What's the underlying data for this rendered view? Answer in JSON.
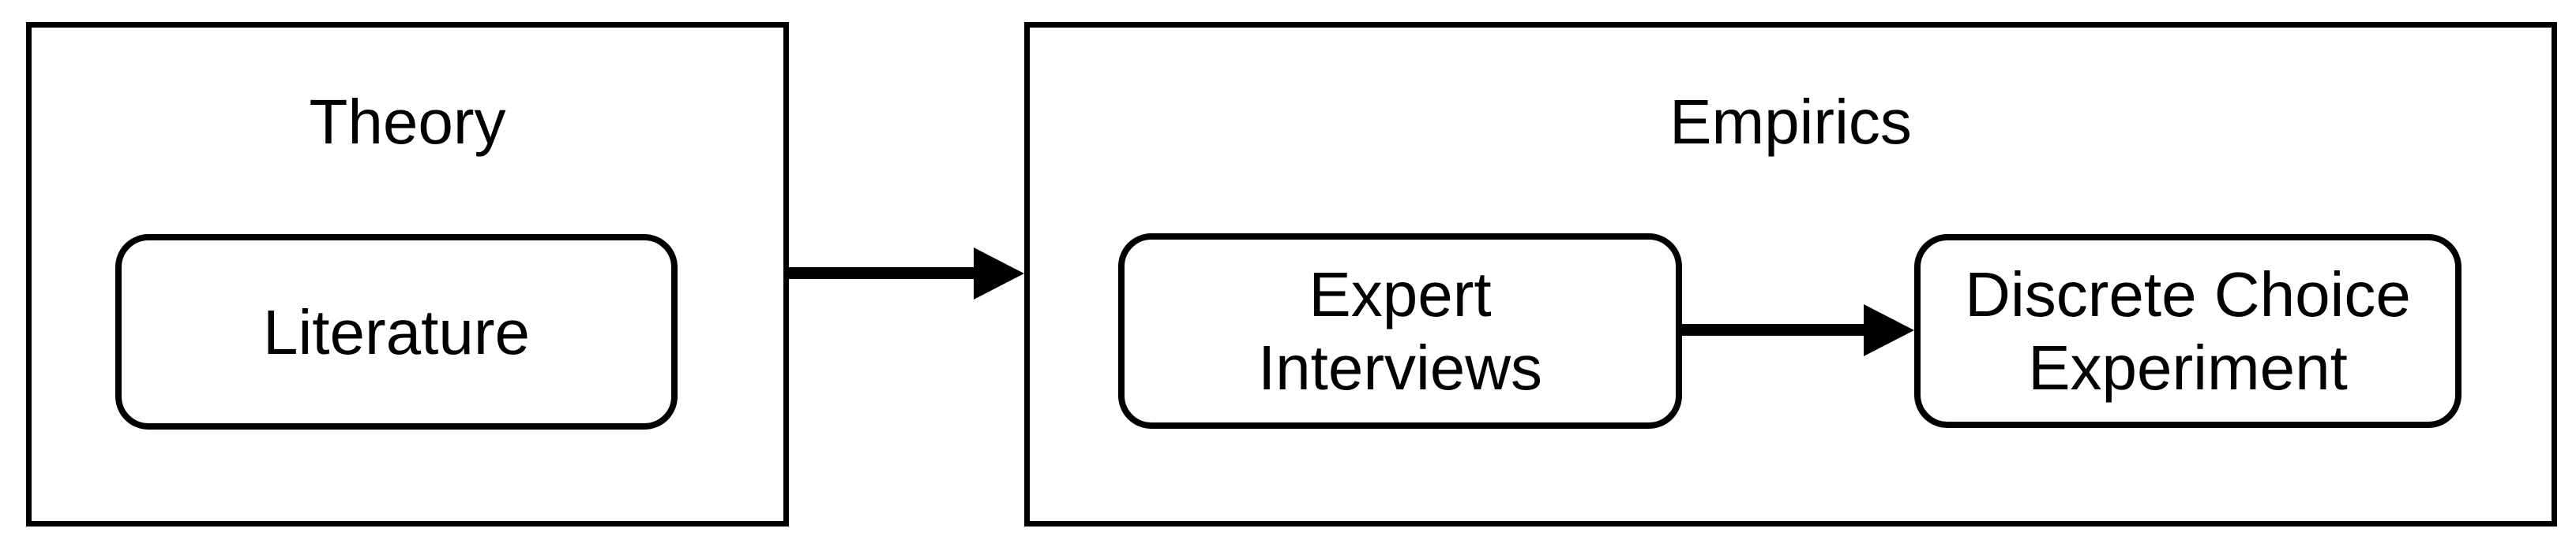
{
  "colors": {
    "background": "#ffffff",
    "stroke": "#000000",
    "text": "#000000"
  },
  "diagram": {
    "type": "flow-diagram",
    "groups": {
      "theory": {
        "label": "Theory"
      },
      "empirics": {
        "label": "Empirics"
      }
    },
    "nodes": {
      "literature": {
        "lines": [
          "Literature"
        ],
        "group": "Theory"
      },
      "expert_interviews": {
        "lines": [
          "Expert",
          "Interviews"
        ],
        "group": "Empirics"
      },
      "discrete_choice_experiment": {
        "lines": [
          "Discrete Choice",
          "Experiment"
        ],
        "group": "Empirics"
      }
    },
    "edges": [
      {
        "from": "Theory",
        "to": "Empirics"
      },
      {
        "from": "Expert Interviews",
        "to": "Discrete Choice Experiment"
      }
    ]
  }
}
